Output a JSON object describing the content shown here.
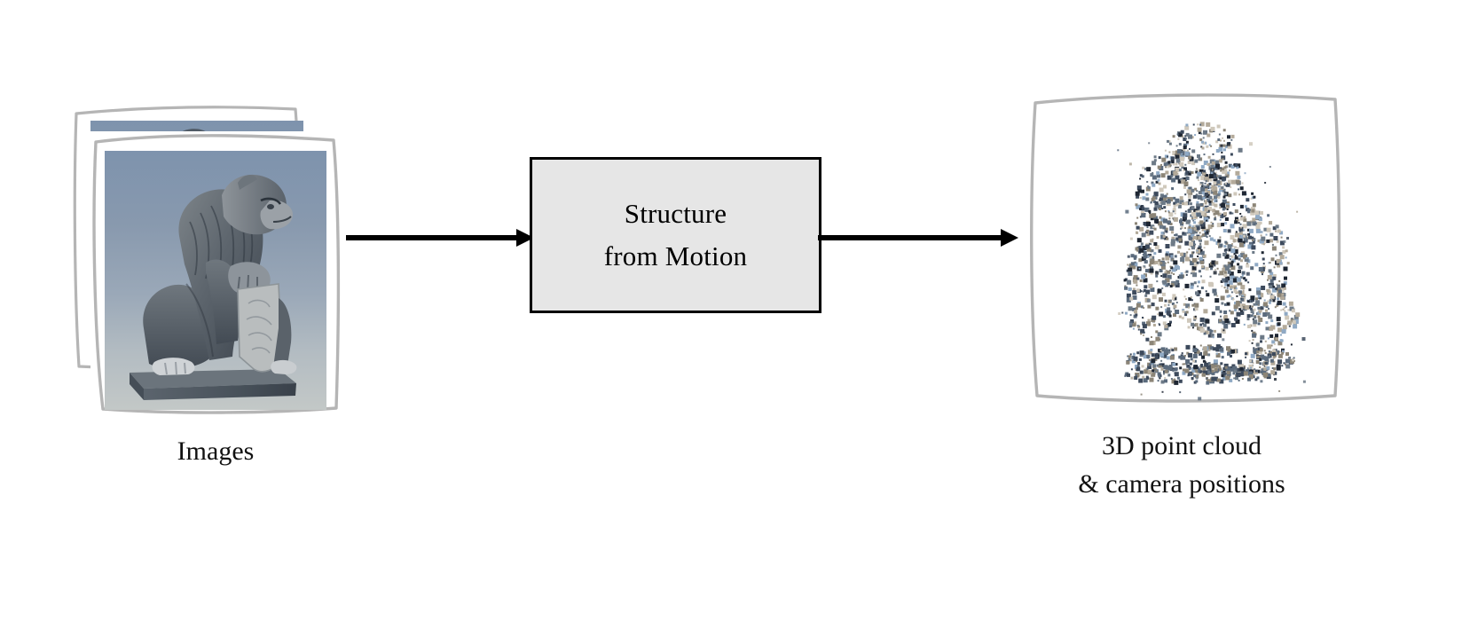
{
  "diagram": {
    "title": "Structure from Motion pipeline",
    "background_color": "#ffffff",
    "stages": [
      {
        "id": "images",
        "kind": "photo-stack",
        "caption": "Images",
        "frame_color": "#b5b5b5",
        "photo_sky_top": "#7e93ad",
        "photo_sky_bottom": "#c3c8c7",
        "subject": "stone lion statue"
      },
      {
        "id": "sfm",
        "kind": "process-box",
        "label_line1": "Structure",
        "label_line2": "from Motion",
        "fill_color": "#e6e6e6",
        "border_color": "#000000"
      },
      {
        "id": "point-cloud",
        "kind": "point-cloud-panel",
        "caption_line1": "3D point cloud",
        "caption_line2": "& camera positions",
        "frame_color": "#b5b5b5",
        "point_colors": [
          "#3d4a5c",
          "#5b6b7d",
          "#8c8577",
          "#b3aa9a",
          "#cfc8bb",
          "#1f2733",
          "#8fa9c4",
          "#6d7a87"
        ]
      }
    ],
    "arrows": [
      {
        "id": "images-to-sfm",
        "from": "images",
        "to": "sfm",
        "color": "#000000"
      },
      {
        "id": "sfm-to-cloud",
        "from": "sfm",
        "to": "point-cloud",
        "color": "#000000"
      }
    ]
  }
}
